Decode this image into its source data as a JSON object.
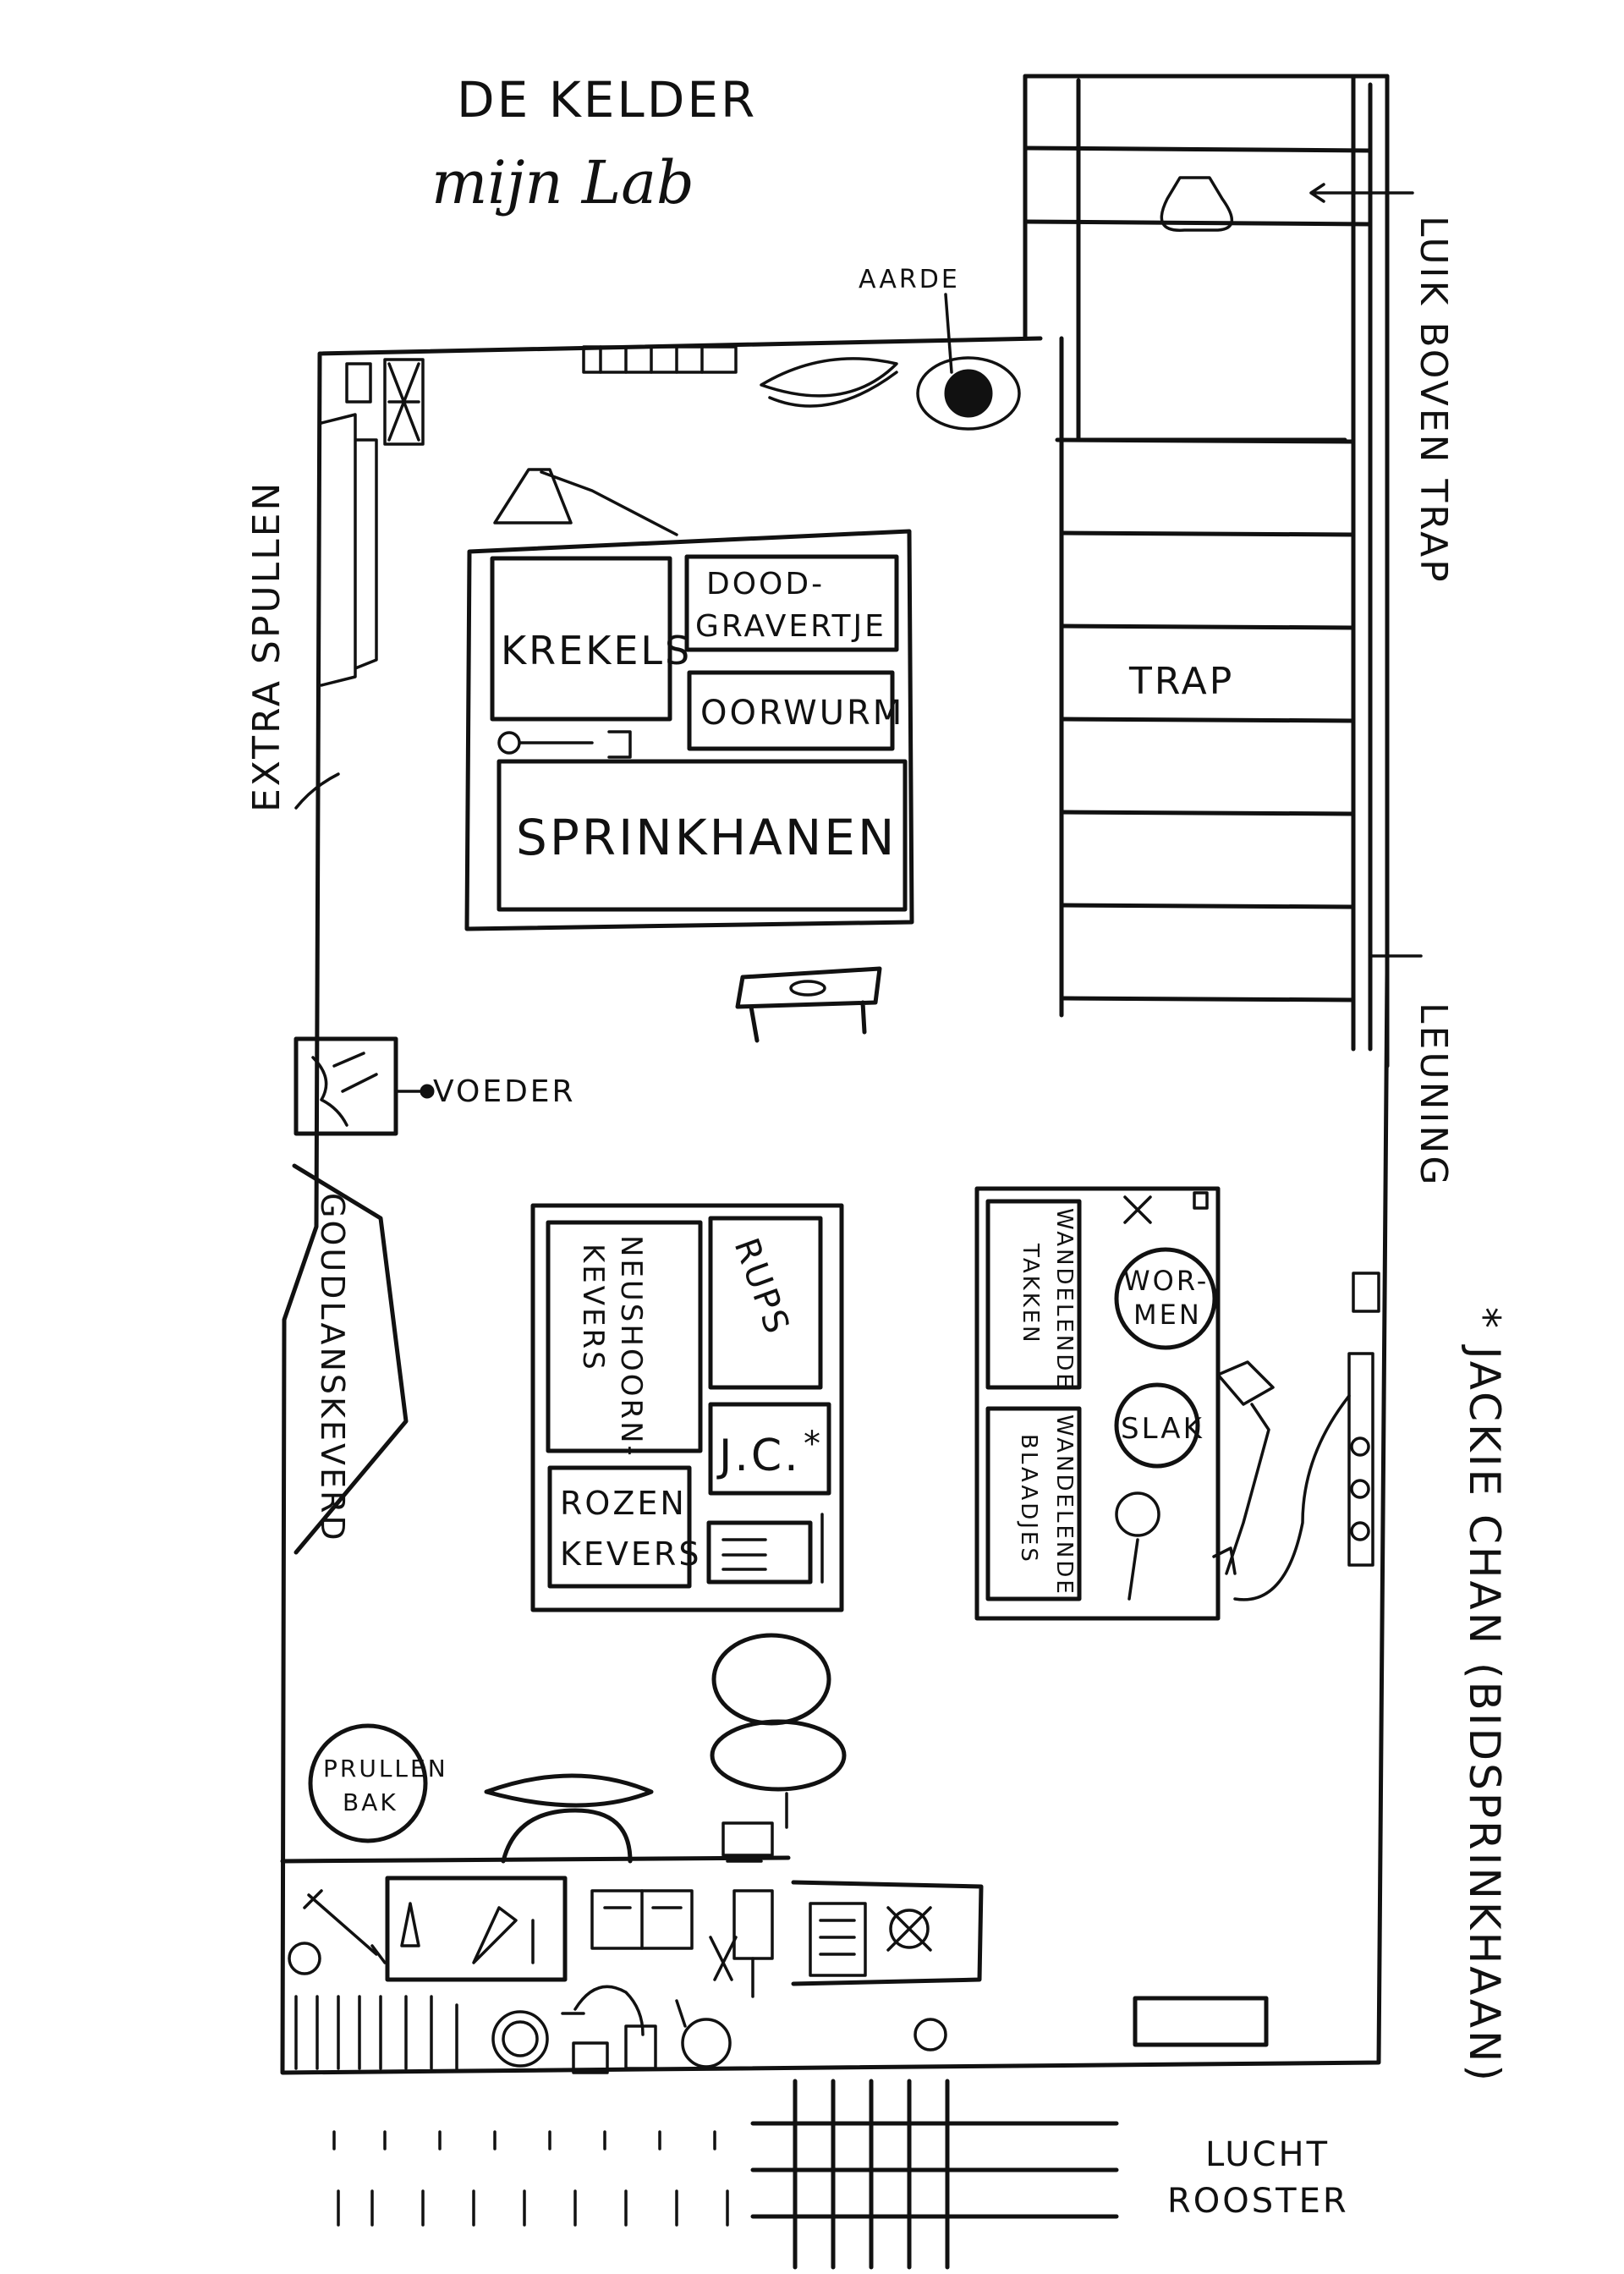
{
  "title": "DE KELDER",
  "subtitle": "mijn Lab",
  "labels": {
    "aarde": "AARDE",
    "extra_spullen": "EXTRA SPULLEN",
    "luik_boven_trap": "LUIK BOVEN TRAP",
    "trap": "TRAP",
    "leuning": "LEUNING",
    "voeder": "VOEDER",
    "goudlanskeverd": "GOUDLANSKEVERD",
    "krekels": "KREKELS",
    "doodgravertje_1": "DOOD-",
    "doodgravertje_2": "GRAVERTJE",
    "oorwurm": "OORWURM",
    "sprinkhanen": "SPRINKHANEN",
    "neushoornkevers_1": "NEUSHOORN-",
    "neushoornkevers_2": "KEVERS",
    "rups": "RUPS",
    "jc": "J.C.",
    "jc_star": "*",
    "rozenkevers_1": "ROZEN",
    "rozenkevers_2": "KEVERS",
    "wandelende_takken_1": "WANDELENDE",
    "wandelende_takken_2": "TAKKEN",
    "wandelende_blaadjes_1": "WANDELENDE",
    "wandelende_blaadjes_2": "BLAADJES",
    "wormen_1": "WOR-",
    "wormen_2": "MEN",
    "slak": "SLAK",
    "prullenbak_1": "PRULLEN",
    "prullenbak_2": "BAK",
    "luchtrooster_1": "LUCHT",
    "luchtrooster_2": "ROOSTER",
    "jackie_chan_note": "* JACKIE CHAN (BIDSPRINKHAAN)"
  }
}
